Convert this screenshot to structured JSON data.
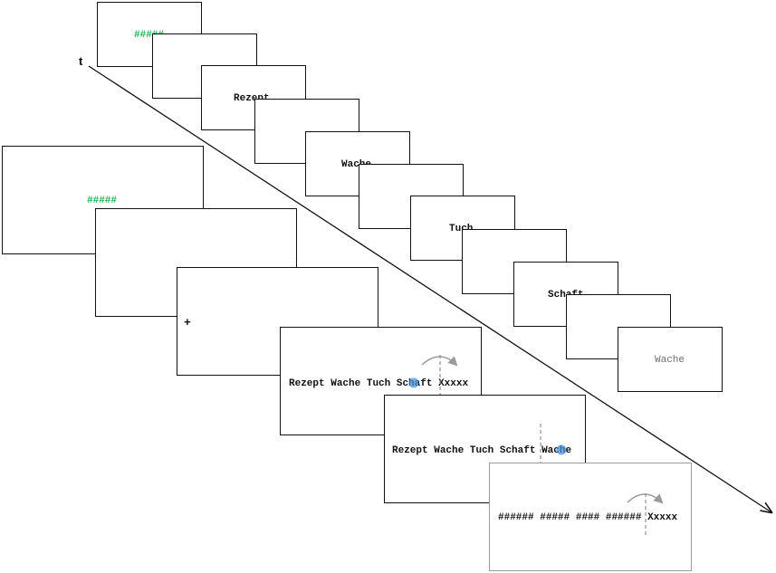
{
  "time_axis": {
    "label": "t"
  },
  "top_sequence": {
    "mask": "#####",
    "words": [
      "Rezept",
      "Wache",
      "Tuch",
      "Schaft"
    ],
    "target": "Wache"
  },
  "bottom_sequence": {
    "mask": "#####",
    "fixation": "+",
    "sentence_preview": [
      "Rezept",
      "Wache",
      "Tuch",
      "Schaft",
      "Xxxxx"
    ],
    "sentence_target": [
      "Rezept",
      "Wache",
      "Tuch",
      "Schaft",
      "Wache"
    ],
    "masked_sentence": [
      "######",
      "#####",
      "####",
      "######",
      "Xxxxx"
    ]
  },
  "colors": {
    "mask_green": "#1db24d",
    "gaze_blue": "#4a90d9",
    "boundary_grey": "#999999"
  }
}
